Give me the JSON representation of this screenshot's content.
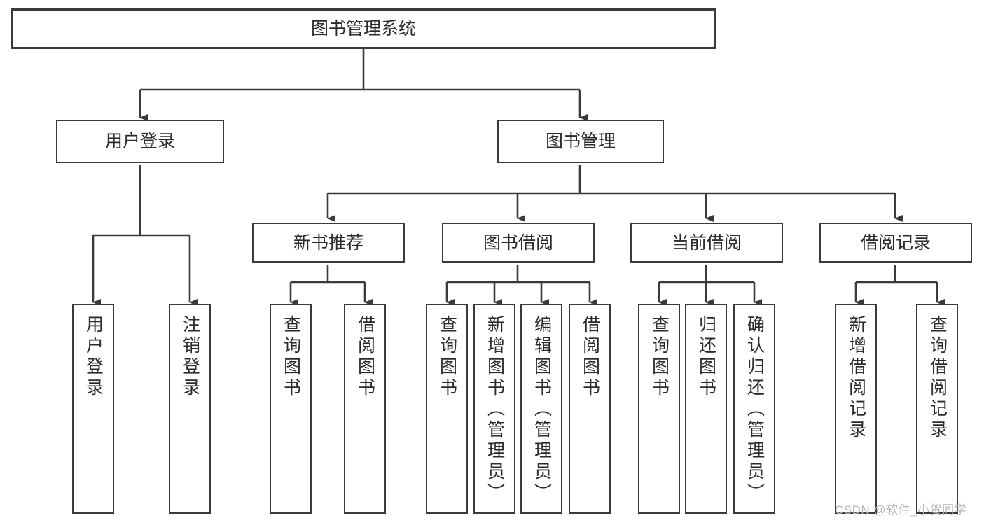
{
  "diagram": {
    "title": "图书管理系统",
    "type": "hierarchy-tree",
    "levels": 4,
    "line_color": "#3a3a3a",
    "box_fill": "#ffffff",
    "text_color": "#2b2b2b"
  },
  "root": {
    "label": "图书管理系统"
  },
  "level2": {
    "user_login": "用户登录",
    "book_manage": "图书管理"
  },
  "level3": {
    "new_book_recommend": "新书推荐",
    "book_borrow": "图书借阅",
    "current_borrow": "当前借阅",
    "borrow_record": "借阅记录"
  },
  "leaves": {
    "user_login_children": [
      "用户登录",
      "注销登录"
    ],
    "new_book_recommend_children": [
      "查询图书",
      "借阅图书"
    ],
    "book_borrow_children": [
      "查询图书",
      "新增图书（管理员）",
      "编辑图书（管理员）",
      "借阅图书"
    ],
    "current_borrow_children": [
      "查询图书",
      "归还图书",
      "确认归还（管理员）"
    ],
    "borrow_record_children": [
      "新增借阅记录",
      "查询借阅记录"
    ]
  },
  "watermark": {
    "text": "CSDN @软件_小贺同学"
  }
}
